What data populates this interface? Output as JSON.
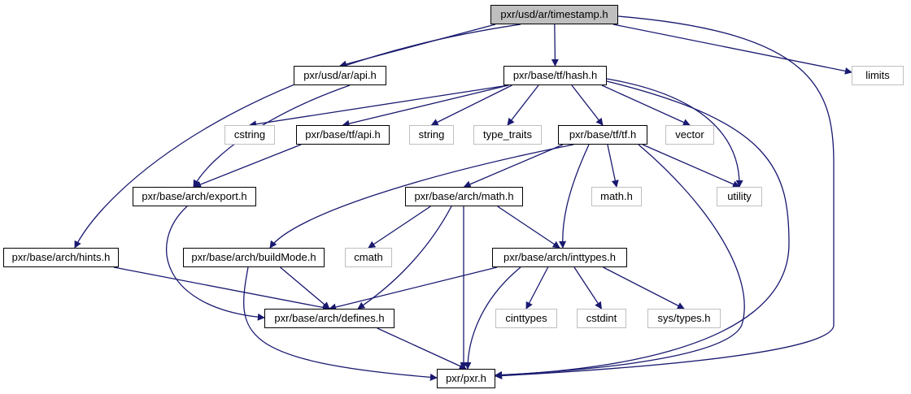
{
  "graph": {
    "nodes": [
      {
        "id": "ts",
        "label": "pxr/usd/ar/timestamp.h",
        "kind": "root"
      },
      {
        "id": "usdapi",
        "label": "pxr/usd/ar/api.h",
        "kind": "doc"
      },
      {
        "id": "hash",
        "label": "pxr/base/tf/hash.h",
        "kind": "doc"
      },
      {
        "id": "limits",
        "label": "limits",
        "kind": "ext"
      },
      {
        "id": "cstring",
        "label": "cstring",
        "kind": "ext"
      },
      {
        "id": "tfapi",
        "label": "pxr/base/tf/api.h",
        "kind": "doc"
      },
      {
        "id": "string",
        "label": "string",
        "kind": "ext"
      },
      {
        "id": "type_traits",
        "label": "type_traits",
        "kind": "ext"
      },
      {
        "id": "tf",
        "label": "pxr/base/tf/tf.h",
        "kind": "doc"
      },
      {
        "id": "vector",
        "label": "vector",
        "kind": "ext"
      },
      {
        "id": "export",
        "label": "pxr/base/arch/export.h",
        "kind": "doc"
      },
      {
        "id": "archmath",
        "label": "pxr/base/arch/math.h",
        "kind": "doc"
      },
      {
        "id": "mathh",
        "label": "math.h",
        "kind": "ext"
      },
      {
        "id": "utility",
        "label": "utility",
        "kind": "ext"
      },
      {
        "id": "hints",
        "label": "pxr/base/arch/hints.h",
        "kind": "doc"
      },
      {
        "id": "buildMode",
        "label": "pxr/base/arch/buildMode.h",
        "kind": "doc"
      },
      {
        "id": "cmath",
        "label": "cmath",
        "kind": "ext"
      },
      {
        "id": "inttypes",
        "label": "pxr/base/arch/inttypes.h",
        "kind": "doc"
      },
      {
        "id": "defines",
        "label": "pxr/base/arch/defines.h",
        "kind": "doc"
      },
      {
        "id": "cinttypes",
        "label": "cinttypes",
        "kind": "ext"
      },
      {
        "id": "cstdint",
        "label": "cstdint",
        "kind": "ext"
      },
      {
        "id": "systypes",
        "label": "sys/types.h",
        "kind": "ext"
      },
      {
        "id": "pxr",
        "label": "pxr/pxr.h",
        "kind": "doc"
      }
    ],
    "edges": [
      [
        "ts",
        "usdapi"
      ],
      [
        "ts",
        "hash"
      ],
      [
        "ts",
        "limits"
      ],
      [
        "ts",
        "hints"
      ],
      [
        "ts",
        "pxr"
      ],
      [
        "usdapi",
        "export"
      ],
      [
        "hash",
        "cstring"
      ],
      [
        "hash",
        "tfapi"
      ],
      [
        "hash",
        "string"
      ],
      [
        "hash",
        "type_traits"
      ],
      [
        "hash",
        "tf"
      ],
      [
        "hash",
        "vector"
      ],
      [
        "hash",
        "utility"
      ],
      [
        "hash",
        "pxr"
      ],
      [
        "tfapi",
        "export"
      ],
      [
        "tf",
        "buildMode"
      ],
      [
        "tf",
        "archmath"
      ],
      [
        "tf",
        "mathh"
      ],
      [
        "tf",
        "inttypes"
      ],
      [
        "tf",
        "utility"
      ],
      [
        "tf",
        "pxr"
      ],
      [
        "export",
        "defines"
      ],
      [
        "archmath",
        "cmath"
      ],
      [
        "archmath",
        "inttypes"
      ],
      [
        "archmath",
        "defines"
      ],
      [
        "archmath",
        "pxr"
      ],
      [
        "hints",
        "defines"
      ],
      [
        "buildMode",
        "defines"
      ],
      [
        "buildMode",
        "pxr"
      ],
      [
        "inttypes",
        "defines"
      ],
      [
        "inttypes",
        "pxr"
      ],
      [
        "inttypes",
        "cinttypes"
      ],
      [
        "inttypes",
        "cstdint"
      ],
      [
        "inttypes",
        "systypes"
      ],
      [
        "defines",
        "pxr"
      ]
    ],
    "colors": {
      "edge": "#191970",
      "root_fill": "#bfbfbf",
      "external_border": "#bfbfbf"
    }
  }
}
